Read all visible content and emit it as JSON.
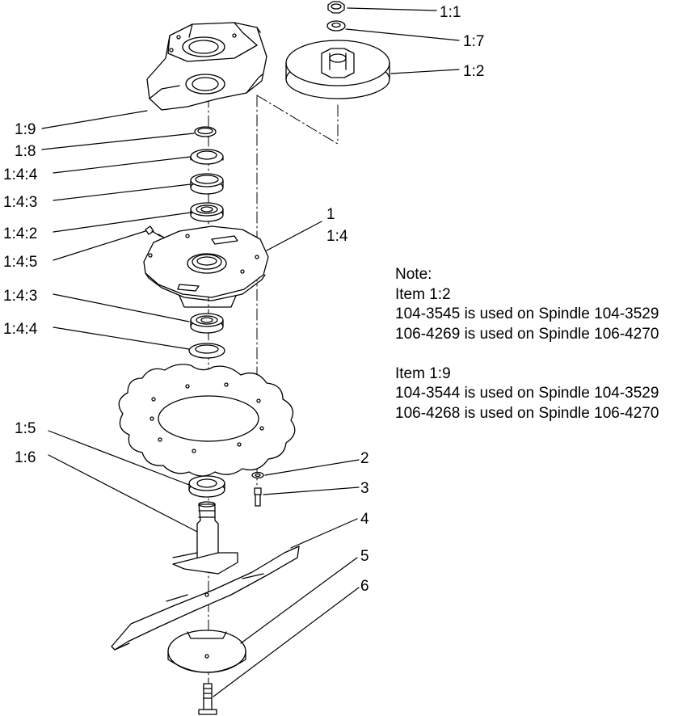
{
  "callouts": {
    "c1_1": "1:1",
    "c1_7": "1:7",
    "c1_2": "1:2",
    "c1_9": "1:9",
    "c1_8": "1:8",
    "c1_4_4a": "1:4:4",
    "c1_4_3a": "1:4:3",
    "c1_4_2": "1:4:2",
    "c1_4_5": "1:4:5",
    "c1_4_3b": "1:4:3",
    "c1_4_4b": "1:4:4",
    "c1": "1",
    "c1_4": "1:4",
    "c1_5": "1:5",
    "c1_6": "1:6",
    "c2": "2",
    "c3": "3",
    "c4": "4",
    "c5": "5",
    "c6": "6"
  },
  "note": {
    "heading": "Note:",
    "item_a": "Item 1:2",
    "item_a_line1": "104-3545 is used on Spindle 104-3529",
    "item_a_line2": "106-4269 is used on Spindle 106-4270",
    "item_b": "Item 1:9",
    "item_b_line1": "104-3544 is used on Spindle 104-3529",
    "item_b_line2": "106-4268 is used on Spindle 106-4270"
  }
}
